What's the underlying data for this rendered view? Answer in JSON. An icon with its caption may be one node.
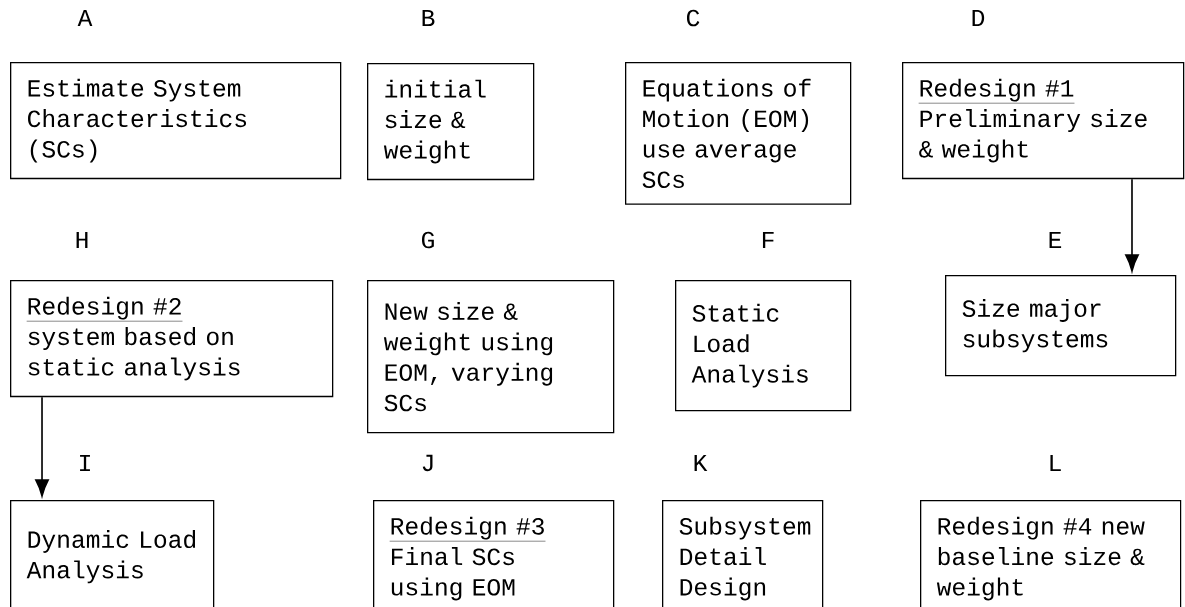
{
  "diagram": {
    "nodes": [
      {
        "text": [
          "A",
          "Estimate System Characteristics (SCs)"
        ]
      },
      {
        "text": [
          "B",
          "initial size & weight"
        ]
      },
      {
        "text": [
          "C",
          "Equations of Motion (EOM) use average SCs"
        ]
      },
      {
        "text": [
          "D",
          "Redesign #1",
          "Preliminary size & weight"
        ]
      },
      {
        "text": [
          "H",
          "Redesign #2",
          "system based on static analysis"
        ]
      },
      {
        "text": [
          "G",
          "New size & weight using EOM, varying SCs"
        ]
      },
      {
        "text": [
          "F",
          "Static Load Analysis"
        ]
      },
      {
        "text": [
          "E",
          "Size major subsystems"
        ]
      },
      {
        "text": [
          "I",
          "Dynamic Load Analysis"
        ]
      },
      {
        "text": [
          "J",
          "Redesign #3",
          "Final SCs using EOM"
        ]
      },
      {
        "text": [
          "K",
          "Subsystem Detail Design"
        ]
      },
      {
        "text": [
          "L",
          "Redesign #4 new baseline size & weight"
        ]
      }
    ],
    "edges": [
      {
        "from": 3,
        "to": 7,
        "arrow": "to"
      },
      {
        "from": 4,
        "to": 8,
        "arrow": "to"
      }
    ]
  }
}
